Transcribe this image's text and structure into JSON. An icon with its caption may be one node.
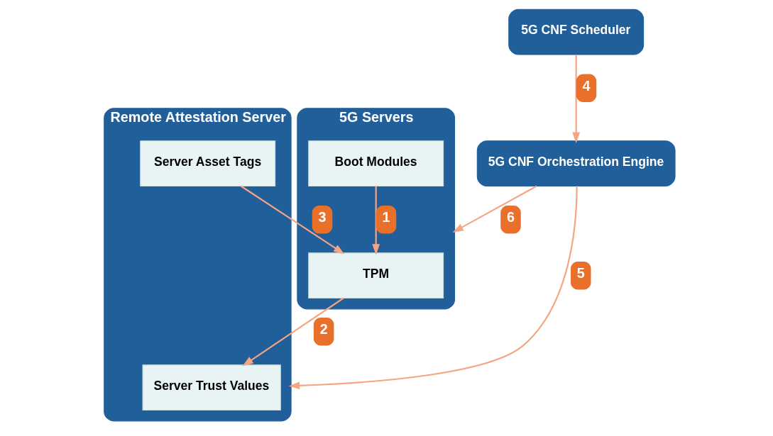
{
  "diagram": {
    "nodes": [
      {
        "text": [
          "Remote Attestation Server"
        ]
      },
      {
        "text": [
          "Server Trust Values"
        ],
        "in": 0
      },
      {
        "text": [
          "Server Asset Tags"
        ],
        "in": 0
      },
      {
        "text": [
          "5G CNF Orchestration Engine"
        ]
      },
      {
        "text": [
          "5G CNF Scheduler"
        ]
      },
      {
        "text": [
          "5G Servers"
        ]
      },
      {
        "text": [
          "TPM"
        ],
        "in": 5
      },
      {
        "text": [
          "Boot Modules"
        ],
        "in": 5
      }
    ],
    "edges": [
      {
        "from": 7,
        "to": 6,
        "arrow": "to",
        "label": "1"
      },
      {
        "from": 6,
        "to": 1,
        "arrow": "to",
        "label": "2"
      },
      {
        "from": 2,
        "to": 6,
        "arrow": "to",
        "label": "3"
      },
      {
        "from": 4,
        "to": 3,
        "arrow": "to",
        "label": "4"
      },
      {
        "from": 3,
        "to": 0,
        "arrow": "to",
        "label": "5"
      },
      {
        "from": 3,
        "to": 5,
        "arrow": "to",
        "label": "6"
      }
    ]
  }
}
